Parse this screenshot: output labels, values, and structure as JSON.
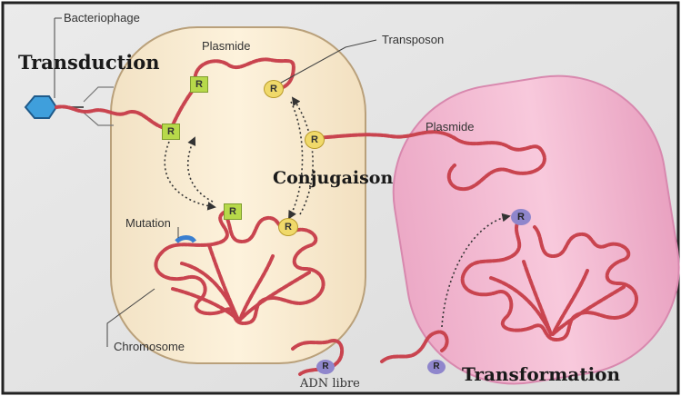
{
  "labels": {
    "bacteriophage": "Bacteriophage",
    "transduction": "Transduction",
    "plasmide_left": "Plasmide",
    "transposon": "Transposon",
    "plasmide_right": "Plasmide",
    "conjugaison": "Conjugaison",
    "mutation": "Mutation",
    "chromosome": "Chromosome",
    "adn_libre": "ADN libre",
    "transformation": "Transformation"
  },
  "resistance_marker": "R",
  "colors": {
    "background": "#e4e4e4",
    "left_cell": "#fbeed6",
    "right_cell": "#f6bfd6",
    "dna_strand": "#c9444f",
    "marker_green": "#b7d94a",
    "marker_yellow": "#f0d96a",
    "marker_purple": "#8f86cc",
    "phage": "#3f9fdc",
    "mutation_mark": "#3a7fd0"
  }
}
